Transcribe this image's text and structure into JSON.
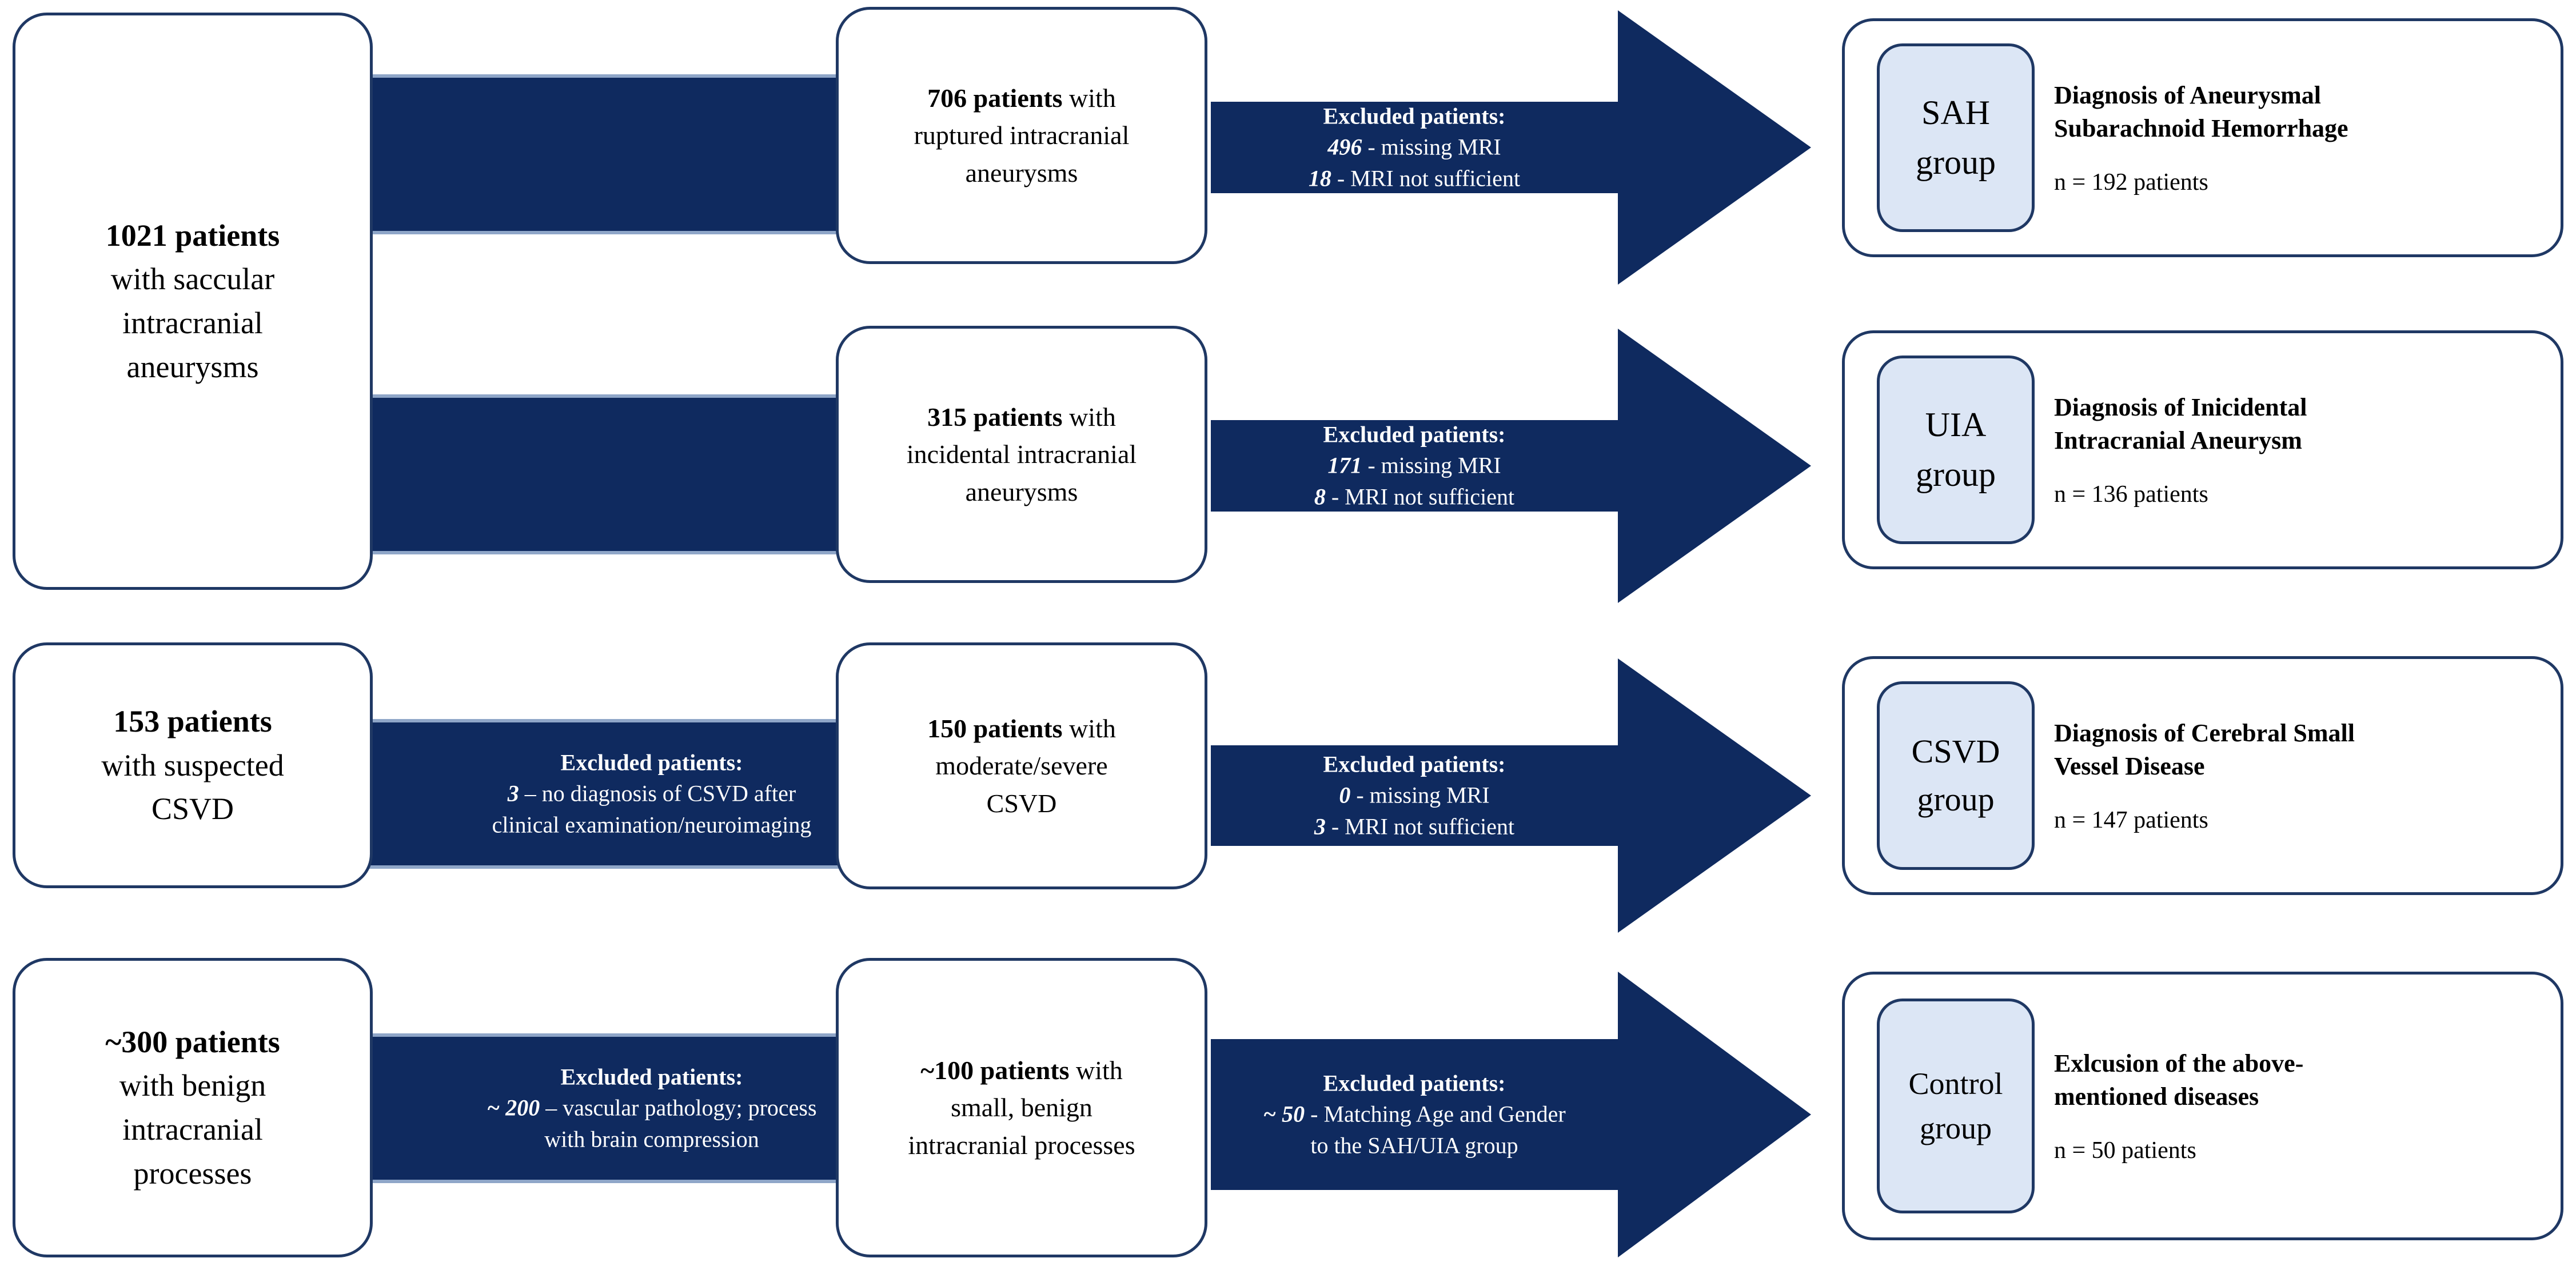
{
  "colors": {
    "navy": "#0F2A5F",
    "border": "#1F3864",
    "badge_fill": "#DCE6F5",
    "band_edge": "#8FA6C8",
    "text": "#000000",
    "text_on_navy": "#FFFFFF"
  },
  "sources": {
    "aneurysm": {
      "count": "1021 patients",
      "desc_line1": "with saccular",
      "desc_line2": "intracranial",
      "desc_line3": "aneurysms"
    },
    "csvd": {
      "count": "153 patients",
      "desc_line1": "with suspected",
      "desc_line2": "CSVD"
    },
    "benign": {
      "count": "~300 patients",
      "desc_line1": "with benign",
      "desc_line2": "intracranial",
      "desc_line3": "processes"
    }
  },
  "bands": {
    "csvd_exclusion": {
      "header": "Excluded patients:",
      "line1_num": "3",
      "line1_text": " – no diagnosis of CSVD after",
      "line2_text": "clinical examination/neuroimaging"
    },
    "benign_exclusion": {
      "header": "Excluded patients:",
      "line1_num": "~ 200",
      "line1_text": " – vascular pathology;  process",
      "line2_text": "with brain compression"
    }
  },
  "middle": {
    "ruptured": {
      "count": "706 patients",
      "rest": " with",
      "line2": "ruptured  intracranial",
      "line3": "aneurysms"
    },
    "incidental": {
      "count": "315 patients",
      "rest": " with",
      "line2": "incidental  intracranial",
      "line3": "aneurysms"
    },
    "moderate_csvd": {
      "count": "150 patients",
      "rest": " with",
      "line2": "moderate/severe",
      "line3": "CSVD"
    },
    "small_benign": {
      "count": "~100 patients",
      "rest": " with",
      "line2": "small,  benign",
      "line3": "intracranial  processes"
    }
  },
  "arrows": {
    "sah": {
      "header": "Excluded patients:",
      "line1_num": "496",
      "line1_text": " - missing MRI",
      "line2_num": "18",
      "line2_text": " - MRI not sufficient"
    },
    "uia": {
      "header": "Excluded patients:",
      "line1_num": "171",
      "line1_text": " - missing MRI",
      "line2_num": "8",
      "line2_text": " - MRI not sufficient"
    },
    "csvd": {
      "header": "Excluded patients:",
      "line1_num": "0",
      "line1_text": " - missing MRI",
      "line2_num": "3",
      "line2_text": " - MRI not sufficient"
    },
    "control": {
      "header": "Excluded patients:",
      "line1_num": "~ 50",
      "line1_text": " - Matching Age and Gender",
      "line2_num": "",
      "line2_text": "to the SAH/UIA  group"
    }
  },
  "groups": {
    "sah": {
      "badge_line1": "SAH",
      "badge_line2": "group",
      "diagnosis_line1": "Diagnosis of Aneurysmal",
      "diagnosis_line2": "Subarachnoid Hemorrhage",
      "n": "n = 192 patients"
    },
    "uia": {
      "badge_line1": "UIA",
      "badge_line2": "group",
      "diagnosis_line1": "Diagnosis of Inicidental",
      "diagnosis_line2": "Intracranial Aneurysm",
      "n": "n = 136 patients"
    },
    "csvd": {
      "badge_line1": "CSVD",
      "badge_line2": "group",
      "diagnosis_line1": "Diagnosis of Cerebral Small",
      "diagnosis_line2": "Vessel Disease",
      "n": "n = 147 patients"
    },
    "control": {
      "badge_line1": "Control",
      "badge_line2": "group",
      "diagnosis_line1": "Exlcusion of the above-",
      "diagnosis_line2": "mentioned diseases",
      "n": "n = 50 patients"
    }
  }
}
